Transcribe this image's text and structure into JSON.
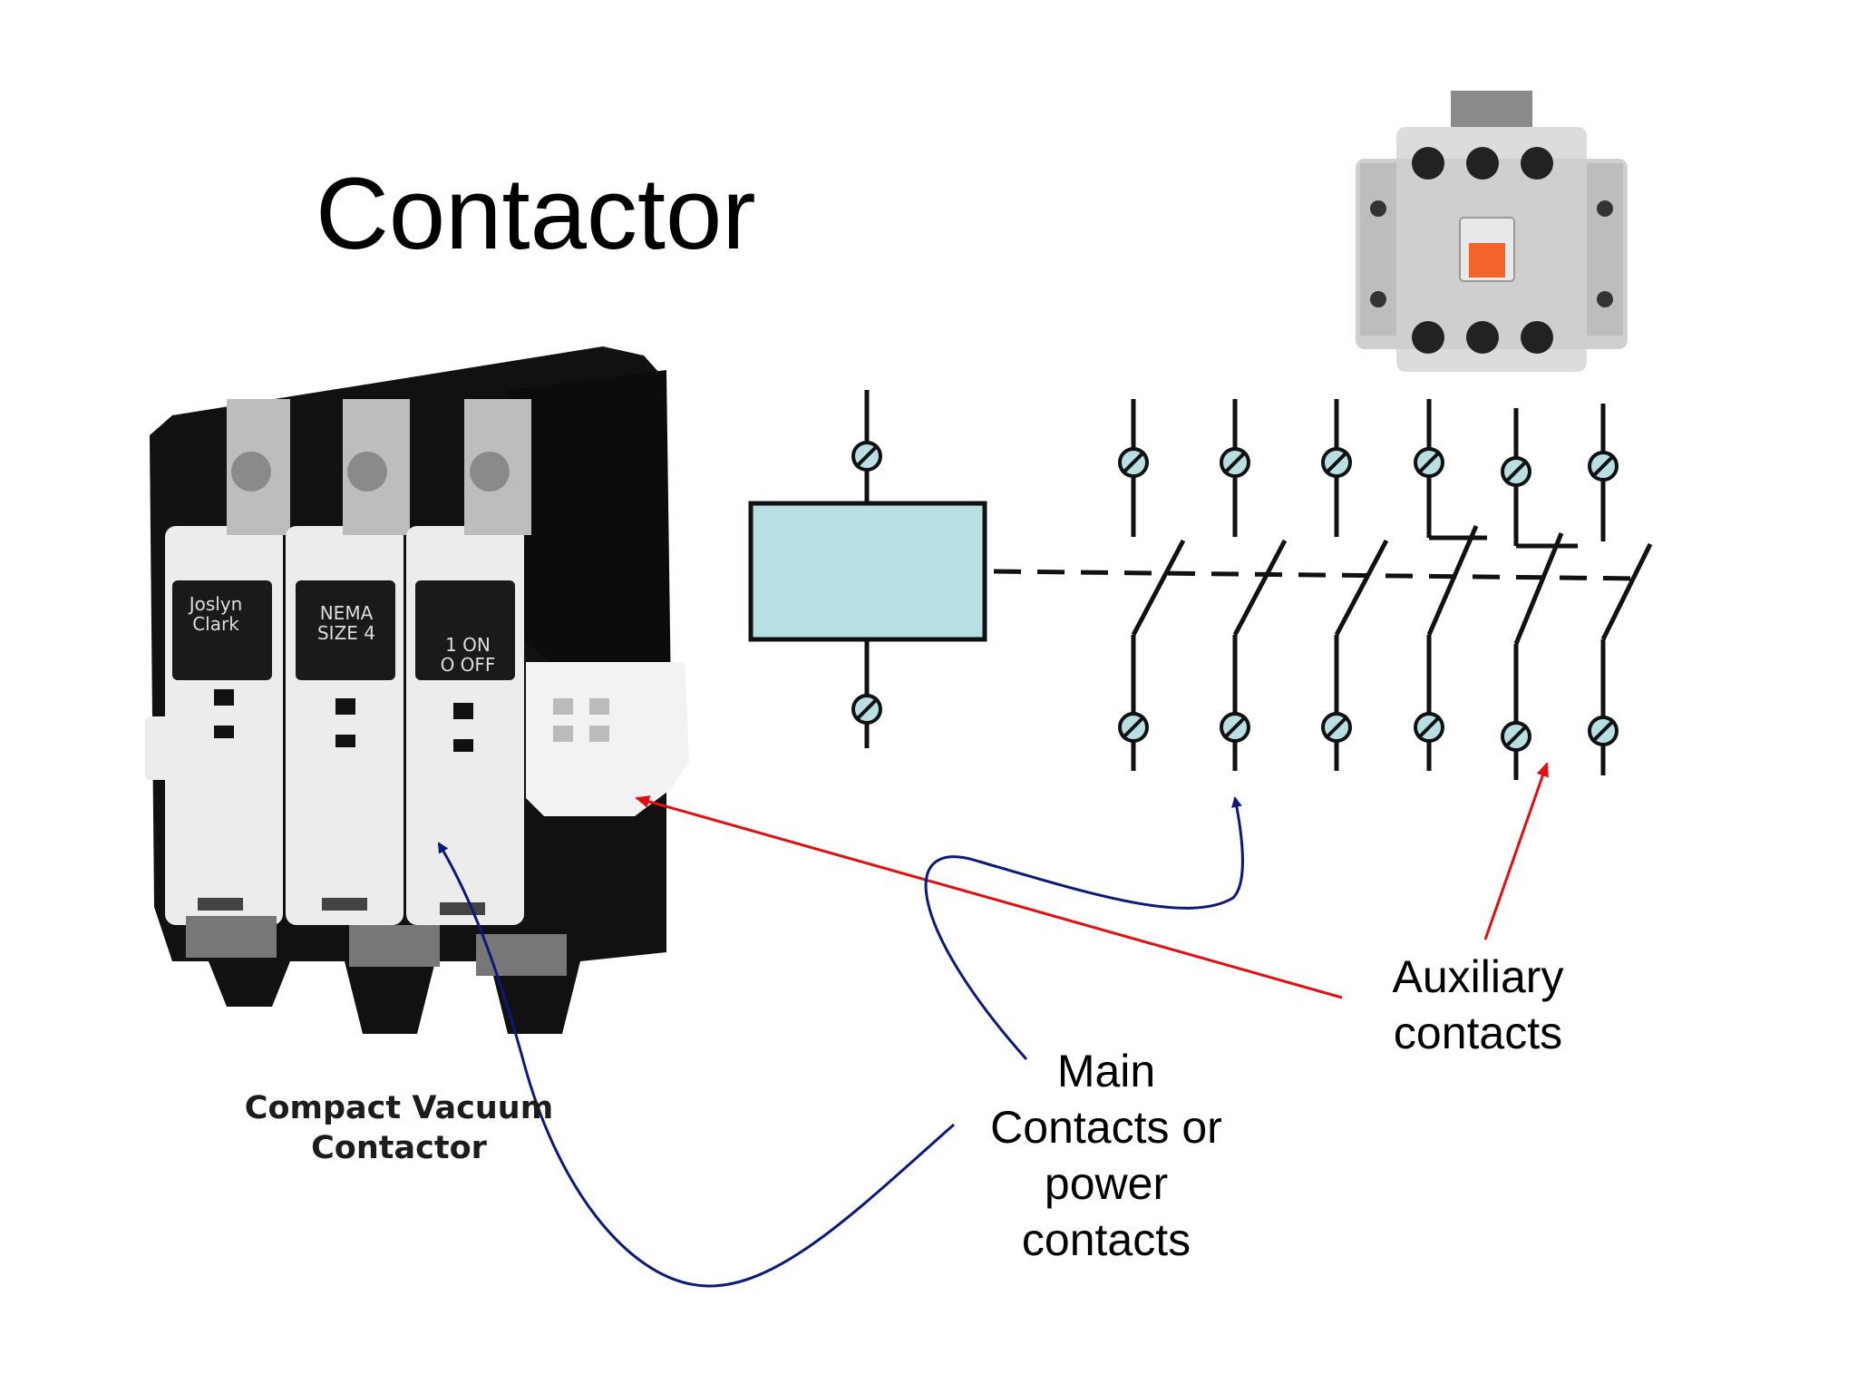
{
  "page": {
    "title": "Contactor"
  },
  "photo_left": {
    "caption_line1": "Compact Vacuum",
    "caption_line2": "Contactor",
    "module_labels": [
      {
        "line1": "Joslyn",
        "line2": "Clark"
      },
      {
        "line1": "NEMA",
        "line2": "SIZE 4"
      },
      {
        "line1": "1 ON",
        "line2": "O OFF"
      }
    ]
  },
  "labels": {
    "auxiliary_line1": "Auxiliary",
    "auxiliary_line2": "contacts",
    "main_line1": "Main",
    "main_line2": "Contacts or",
    "main_line3": "power",
    "main_line4": "contacts"
  },
  "colors": {
    "coil_fill": "#b8dfe2",
    "terminal_fill": "#b8dfe2",
    "main_arrow": "#0b1a7a",
    "aux_arrow": "#e01010",
    "photo_dark": "#111111",
    "photo_light": "#e9e9e9",
    "orange_button": "#f2642a"
  },
  "icons": [
    "coil-symbol",
    "terminal-screw-icon",
    "contact-switch-symbol"
  ]
}
